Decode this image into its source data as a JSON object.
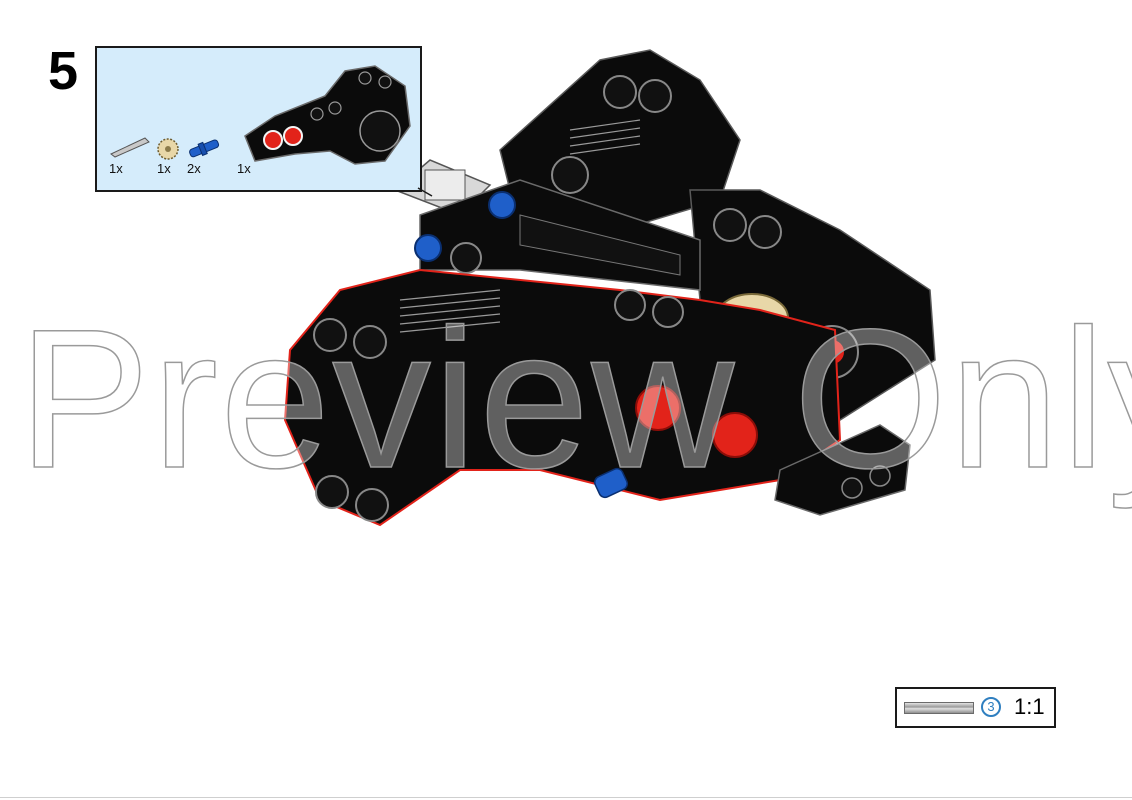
{
  "step": {
    "number": "5"
  },
  "parts_list": {
    "items": [
      {
        "name": "grey-axle-icon",
        "quantity": "1x"
      },
      {
        "name": "tan-gear-icon",
        "quantity": "1x"
      },
      {
        "name": "blue-pin-icon",
        "quantity": "2x"
      },
      {
        "name": "black-angled-frame-icon",
        "quantity": "1x"
      }
    ]
  },
  "watermark": {
    "text": "Preview Only"
  },
  "scale_callout": {
    "axle_length": "3",
    "ratio": "1:1"
  },
  "colors": {
    "parts_panel_bg": "#d5ecfb",
    "brick_black": "#0b0b0b",
    "accent_red": "#e2231a",
    "accent_blue": "#1f5fc9",
    "tan": "#e8d7a8",
    "scale_blue": "#2f7fc0"
  }
}
